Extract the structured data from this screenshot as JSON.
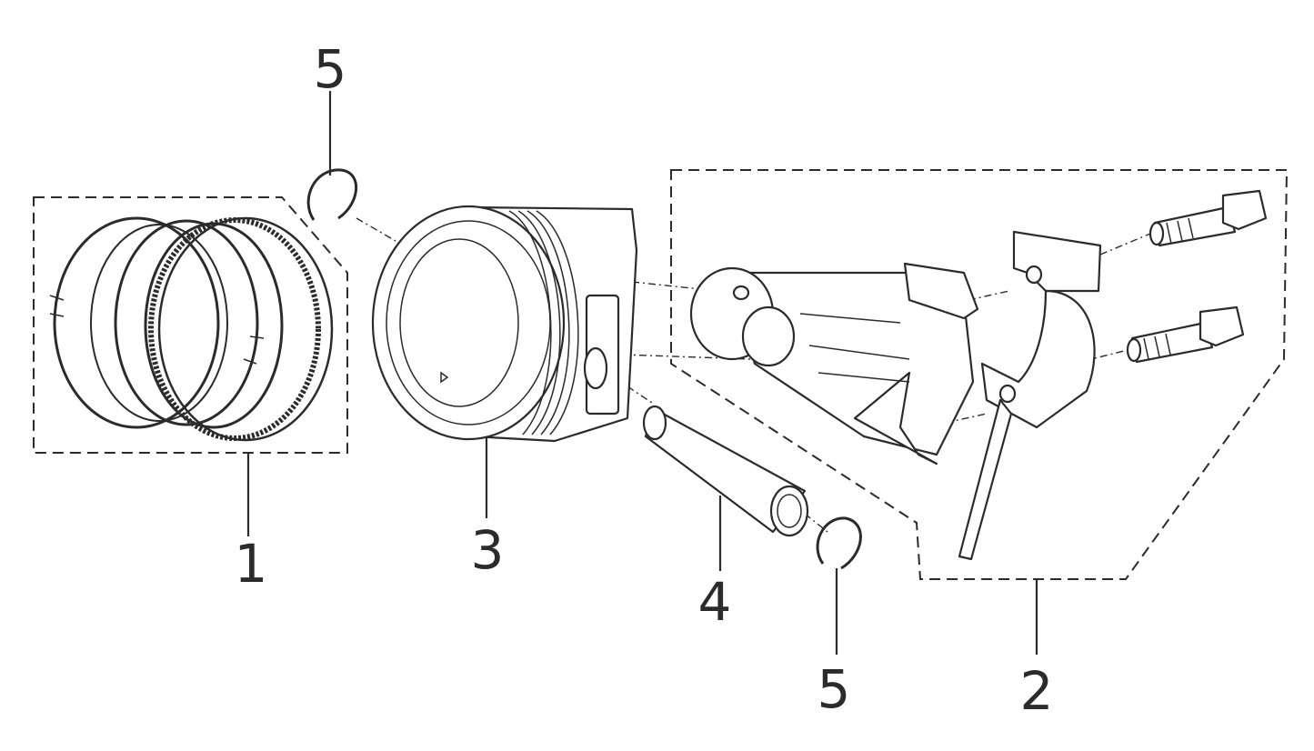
{
  "callouts": [
    {
      "id": "piston-ring-set",
      "text": "1"
    },
    {
      "id": "connecting-rod-assembly",
      "text": "2"
    },
    {
      "id": "piston",
      "text": "3"
    },
    {
      "id": "piston-pin",
      "text": "4"
    },
    {
      "id": "circlip-top",
      "text": "5"
    },
    {
      "id": "circlip-bottom",
      "text": "5"
    }
  ],
  "colors": {
    "line": "#2b2b2b",
    "background": "#ffffff"
  }
}
